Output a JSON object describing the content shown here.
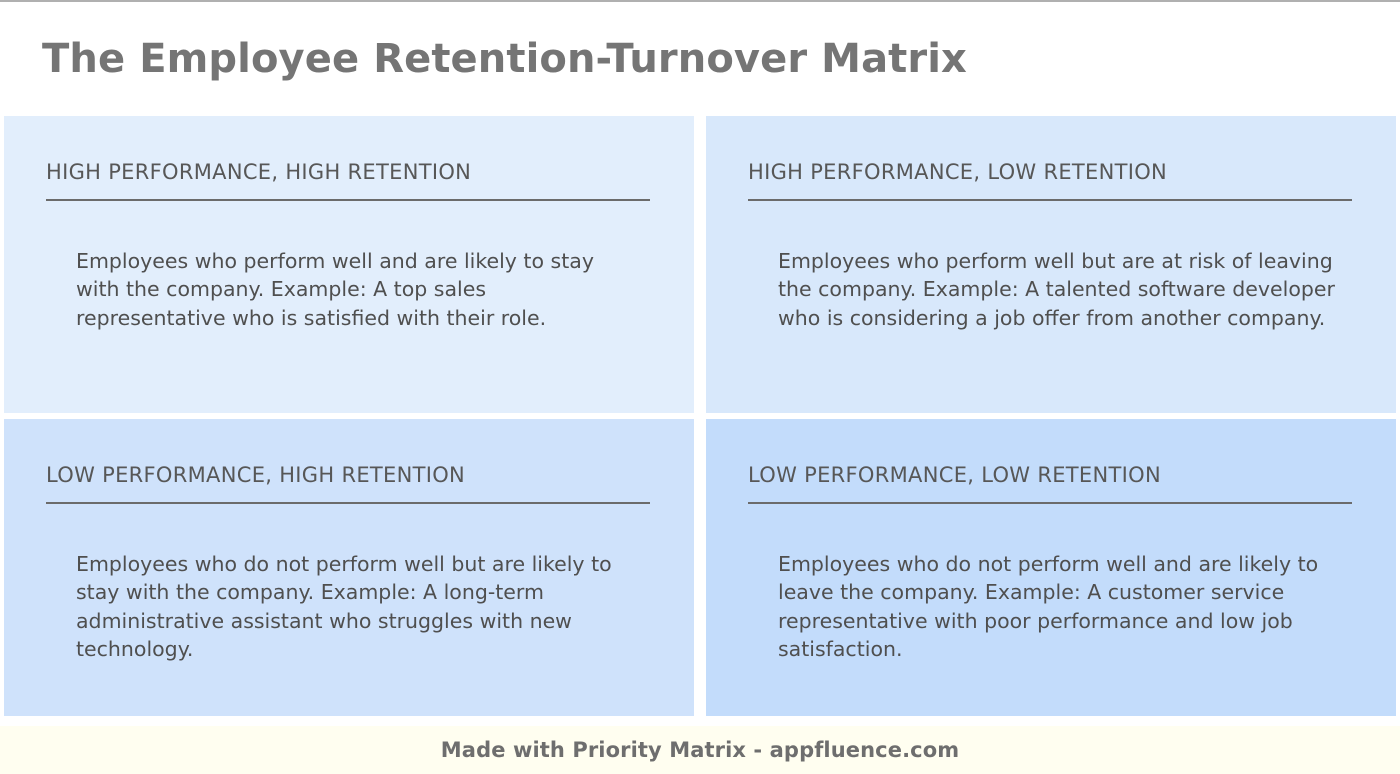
{
  "header": {
    "title": "The Employee Retention-Turnover Matrix"
  },
  "matrix": {
    "quadrants": [
      {
        "position": "top-left",
        "title": "HIGH PERFORMANCE, HIGH RETENTION",
        "body": "Employees who perform well and are likely to stay with the company. Example: A top sales representative who is satisfied with their role.",
        "color": "#e2eefc"
      },
      {
        "position": "top-right",
        "title": "HIGH PERFORMANCE, LOW RETENTION",
        "body": "Employees who perform well but are at risk of leaving the company. Example: A talented software developer who is considering a job offer from another company.",
        "color": "#d8e8fb"
      },
      {
        "position": "bottom-left",
        "title": "LOW PERFORMANCE, HIGH RETENTION",
        "body": "Employees who do not perform well but are likely to stay with the company. Example: A long-term administrative assistant who struggles with new technology.",
        "color": "#cfe2fb"
      },
      {
        "position": "bottom-right",
        "title": "LOW PERFORMANCE, LOW RETENTION",
        "body": "Employees who do not perform well and are likely to leave the company. Example: A customer service representative with poor performance and low job satisfaction.",
        "color": "#c3dcfb"
      }
    ]
  },
  "footer": {
    "text": "Made with Priority Matrix - appfluence.com",
    "background": "#fffef0"
  },
  "theme": {
    "title_color": "#757575",
    "heading_color": "#575757",
    "body_color": "#4f4f4f",
    "rule_color": "#6b6b6b",
    "page_background": "#ffffff"
  }
}
